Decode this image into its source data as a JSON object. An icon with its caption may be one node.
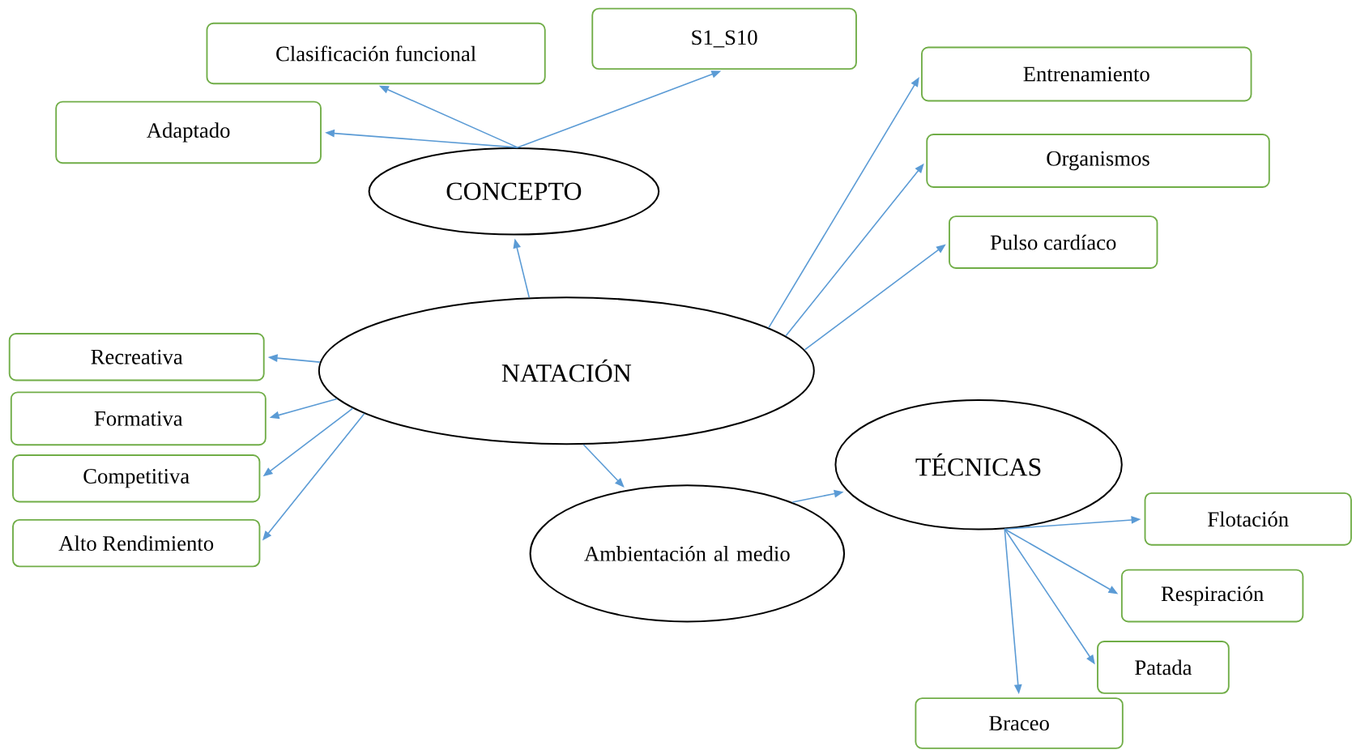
{
  "diagram": {
    "nodes": [
      {
        "text": [
          "NATACIÓN"
        ]
      },
      {
        "text": [
          "CONCEPTO"
        ]
      },
      {
        "text": [
          "Clasificación funcional"
        ]
      },
      {
        "text": [
          "S1_S10"
        ]
      },
      {
        "text": [
          "Adaptado"
        ]
      },
      {
        "text": [
          "Entrenamiento"
        ]
      },
      {
        "text": [
          "Organismos"
        ]
      },
      {
        "text": [
          "Pulso cardíaco"
        ]
      },
      {
        "text": [
          "Recreativa"
        ]
      },
      {
        "text": [
          "Formativa"
        ]
      },
      {
        "text": [
          "Competitiva"
        ]
      },
      {
        "text": [
          "Alto Rendimiento"
        ]
      },
      {
        "text": [
          "Ambientación al medio"
        ]
      },
      {
        "text": [
          "TÉCNICAS"
        ]
      },
      {
        "text": [
          "Flotación"
        ]
      },
      {
        "text": [
          "Respiración"
        ]
      },
      {
        "text": [
          "Patada"
        ]
      },
      {
        "text": [
          "Braceo"
        ]
      }
    ],
    "edges": [
      {
        "from": 0,
        "to": 1,
        "arrow": "to"
      },
      {
        "from": 1,
        "to": 2,
        "arrow": "to"
      },
      {
        "from": 1,
        "to": 3,
        "arrow": "to"
      },
      {
        "from": 1,
        "to": 4,
        "arrow": "to"
      },
      {
        "from": 0,
        "to": 5,
        "arrow": "to"
      },
      {
        "from": 0,
        "to": 6,
        "arrow": "to"
      },
      {
        "from": 0,
        "to": 7,
        "arrow": "to"
      },
      {
        "from": 0,
        "to": 8,
        "arrow": "to"
      },
      {
        "from": 0,
        "to": 9,
        "arrow": "to"
      },
      {
        "from": 0,
        "to": 10,
        "arrow": "to"
      },
      {
        "from": 0,
        "to": 11,
        "arrow": "to"
      },
      {
        "from": 0,
        "to": 12,
        "arrow": "to"
      },
      {
        "from": 12,
        "to": 13,
        "arrow": "to"
      },
      {
        "from": 13,
        "to": 14,
        "arrow": "to"
      },
      {
        "from": 13,
        "to": 15,
        "arrow": "to"
      },
      {
        "from": 13,
        "to": 16,
        "arrow": "to"
      },
      {
        "from": 13,
        "to": 17,
        "arrow": "to"
      }
    ]
  }
}
